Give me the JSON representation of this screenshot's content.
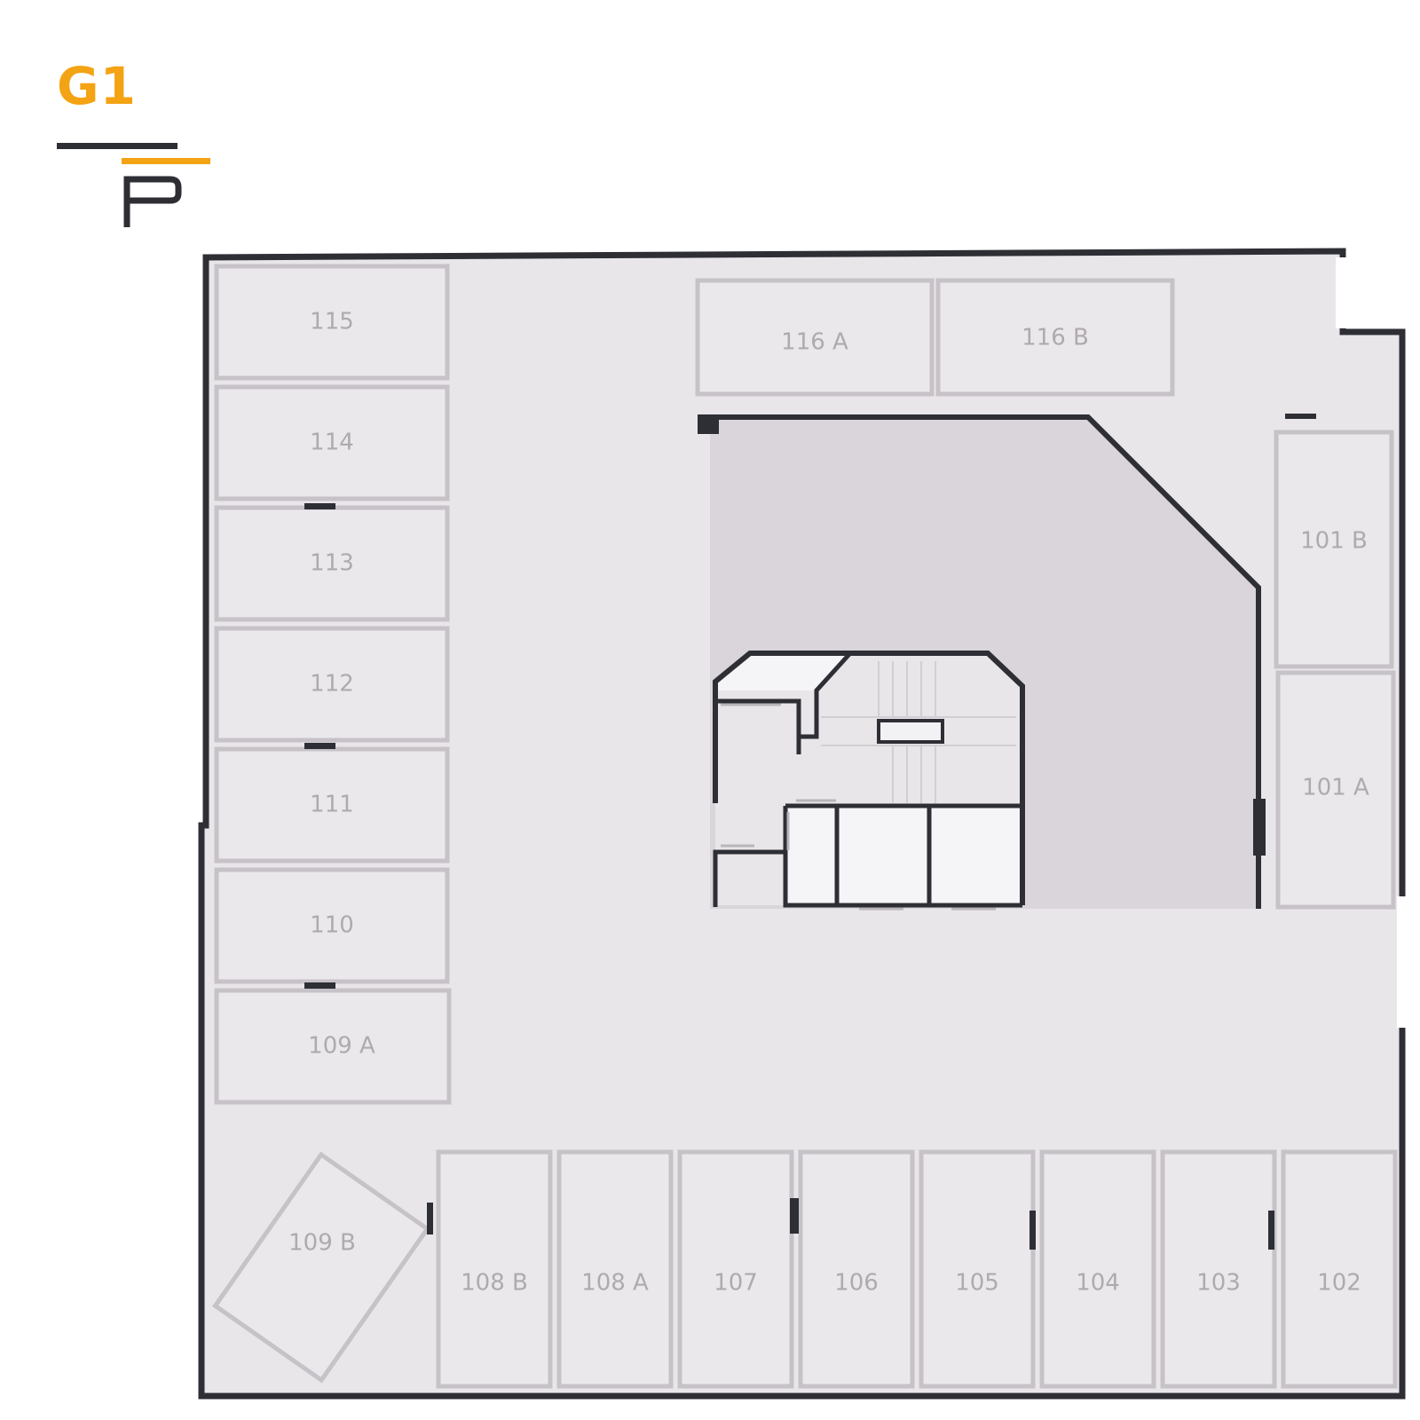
{
  "level": {
    "label": "G1"
  },
  "colors": {
    "accent": "#f3a313",
    "wall": "#2e2e35",
    "floor": "#e9e6ea",
    "unit_fill": "#ebe8ec",
    "unit_border": "#c6c2c7",
    "unit_text": "#aeaaae",
    "core_fill": "#d9d5da",
    "room_fill": "#f5f4f6"
  },
  "logo": {
    "icon": "letter-p-logo-icon"
  },
  "units": [
    {
      "id": "u115",
      "label": "115"
    },
    {
      "id": "u114",
      "label": "114"
    },
    {
      "id": "u113",
      "label": "113"
    },
    {
      "id": "u112",
      "label": "112"
    },
    {
      "id": "u111",
      "label": "111"
    },
    {
      "id": "u110",
      "label": "110"
    },
    {
      "id": "u109a",
      "label": "109 A"
    },
    {
      "id": "u109b",
      "label": "109 B"
    },
    {
      "id": "u116a",
      "label": "116 A"
    },
    {
      "id": "u116b",
      "label": "116 B"
    },
    {
      "id": "u101b",
      "label": "101 B"
    },
    {
      "id": "u101a",
      "label": "101 A"
    },
    {
      "id": "u108b",
      "label": "108 B"
    },
    {
      "id": "u108a",
      "label": "108 A"
    },
    {
      "id": "u107",
      "label": "107"
    },
    {
      "id": "u106",
      "label": "106"
    },
    {
      "id": "u105",
      "label": "105"
    },
    {
      "id": "u104",
      "label": "104"
    },
    {
      "id": "u103",
      "label": "103"
    },
    {
      "id": "u102",
      "label": "102"
    }
  ]
}
